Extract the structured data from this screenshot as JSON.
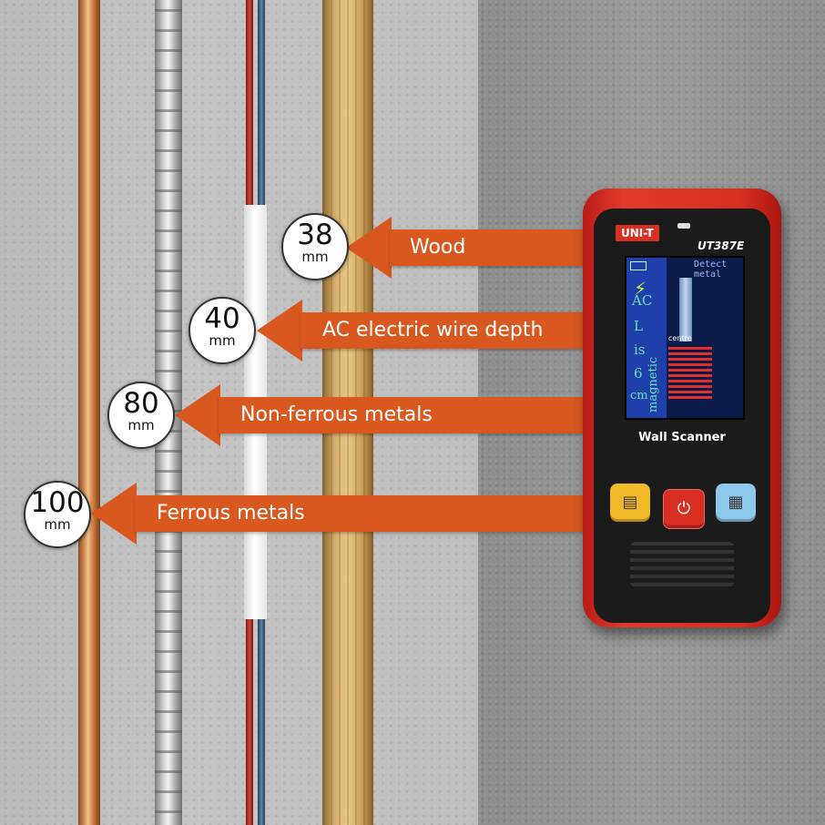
{
  "scene": {
    "annotations": [
      {
        "label": "Wood",
        "depth": "38",
        "unit": "mm"
      },
      {
        "label": "AC electric wire depth",
        "depth": "40",
        "unit": "mm"
      },
      {
        "label": "Non-ferrous metals",
        "depth": "80",
        "unit": "mm"
      },
      {
        "label": "Ferrous metals",
        "depth": "100",
        "unit": "mm"
      }
    ]
  },
  "device": {
    "brand": "UNI-T",
    "model": "UT387E",
    "name": "Wall Scanner",
    "screen": {
      "detect_line1": "Detect",
      "detect_line2": "metal",
      "centre": "centre",
      "readout_chars": [
        "AC",
        "L",
        "is",
        "6",
        "cm"
      ],
      "mode": "magnetic"
    }
  },
  "icons": {
    "yellow_key": "wire-mode-icon",
    "red_key": "power-icon",
    "blue_key": "metal-mode-icon"
  },
  "colors": {
    "arrow": "#d8581f",
    "device_body": "#d92f22"
  }
}
